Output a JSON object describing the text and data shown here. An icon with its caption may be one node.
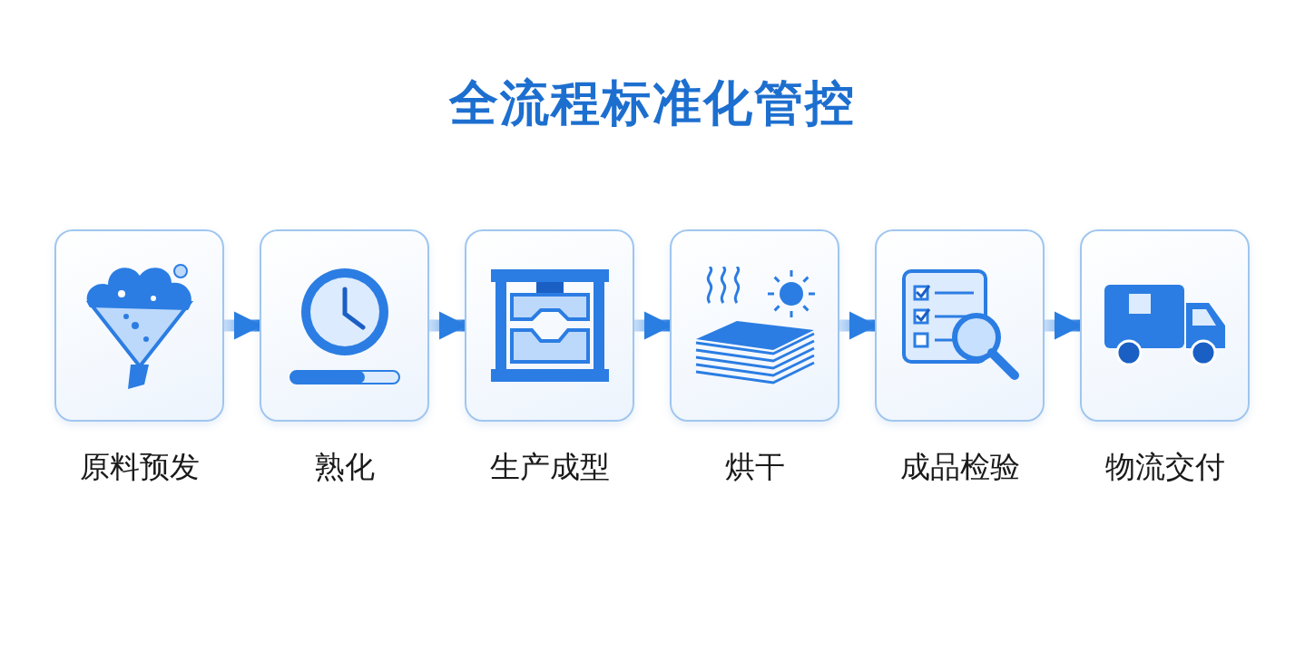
{
  "diagram": {
    "title": "全流程标准化管控",
    "nodes": [
      {
        "text": [
          "原料预发"
        ]
      },
      {
        "text": [
          "熟化"
        ]
      },
      {
        "text": [
          "生产成型"
        ]
      },
      {
        "text": [
          "烘干"
        ]
      },
      {
        "text": [
          "成品检验"
        ]
      },
      {
        "text": [
          "物流交付"
        ]
      }
    ],
    "edges": [
      {
        "from": 0,
        "to": 1,
        "arrow": "to"
      },
      {
        "from": 1,
        "to": 2,
        "arrow": "to"
      },
      {
        "from": 2,
        "to": 3,
        "arrow": "to"
      },
      {
        "from": 3,
        "to": 4,
        "arrow": "to"
      },
      {
        "from": 4,
        "to": 5,
        "arrow": "to"
      }
    ]
  }
}
